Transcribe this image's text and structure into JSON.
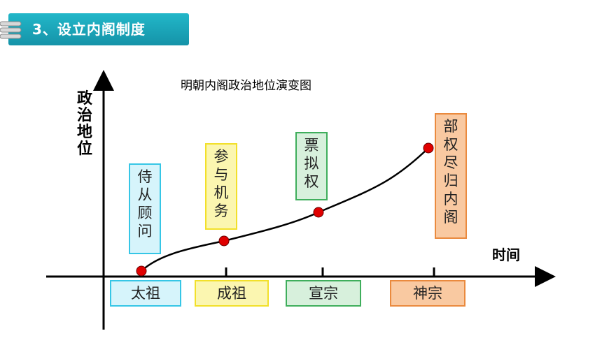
{
  "header": {
    "title": "3、设立内阁制度"
  },
  "diagram": {
    "title": "明朝内阁政治地位演变图",
    "y_axis_label": "政治地位",
    "x_axis_label": "时间",
    "eras": [
      "太祖",
      "成祖",
      "宣宗",
      "神宗"
    ],
    "stages": [
      "侍从顾问",
      "参与机务",
      "票拟权",
      "部权尽归内阁"
    ],
    "colors": {
      "cyan": "#36c6e6",
      "cyan_fill": "#d6f4fb",
      "yellow": "#f2e02a",
      "yellow_fill": "#fbf6b0",
      "green": "#3fae5c",
      "green_fill": "#d7f0dc",
      "orange": "#ea8a3e",
      "orange_fill": "#f9c9a1",
      "point": "#e00000"
    }
  }
}
